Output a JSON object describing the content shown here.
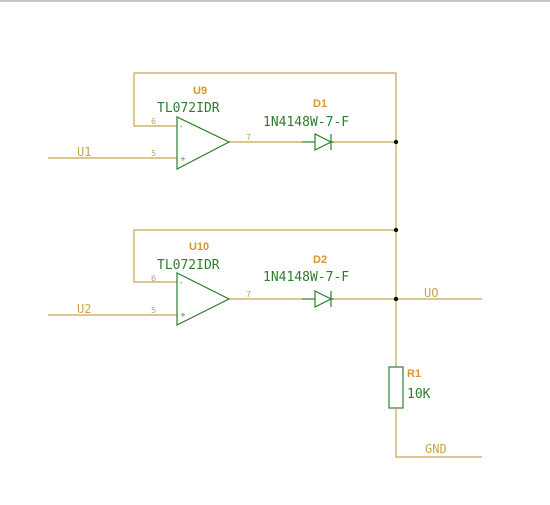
{
  "opamps": [
    {
      "ref": "U9",
      "value": "TL072IDR",
      "pin_inv": "6",
      "pin_noninv": "5",
      "pin_out": "7",
      "minus": "-",
      "plus": "+"
    },
    {
      "ref": "U10",
      "value": "TL072IDR",
      "pin_inv": "6",
      "pin_noninv": "5",
      "pin_out": "7",
      "minus": "-",
      "plus": "+"
    }
  ],
  "diodes": [
    {
      "ref": "D1",
      "value": "1N4148W-7-F"
    },
    {
      "ref": "D2",
      "value": "1N4148W-7-F"
    }
  ],
  "resistor": {
    "ref": "R1",
    "value": "10K"
  },
  "nets": {
    "input1": "U1",
    "input2": "U2",
    "output": "UO",
    "ground": "GND"
  },
  "colors": {
    "wire": "#c8a450",
    "component": "#2e7d2e",
    "reference": "#d9962a",
    "junction": "#111111"
  }
}
